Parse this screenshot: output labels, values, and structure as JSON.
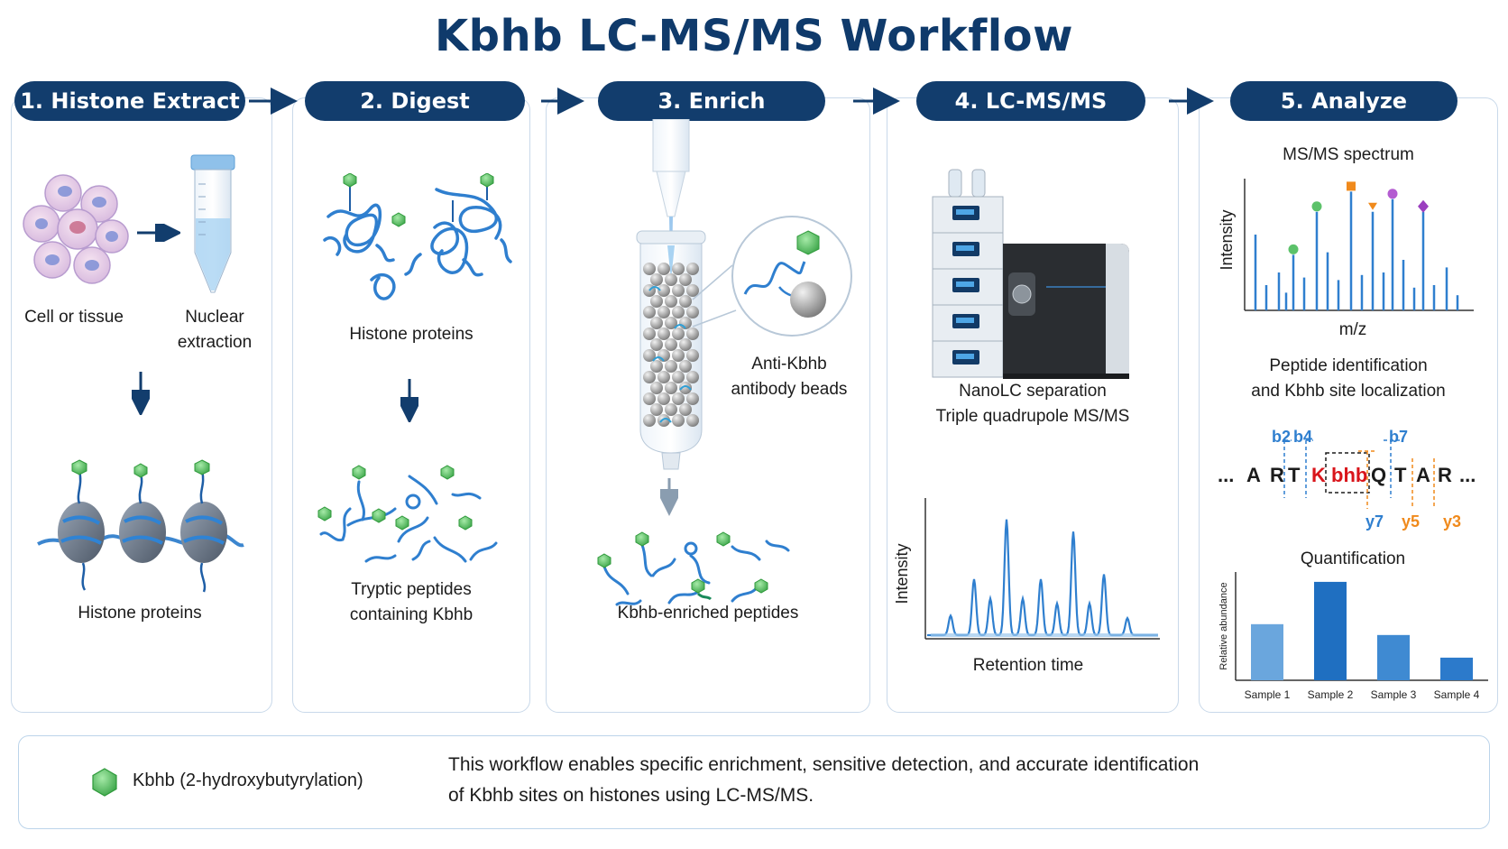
{
  "title": "Kbhb LC-MS/MS Workflow",
  "steps": [
    {
      "label": "1. Histone Extract"
    },
    {
      "label": "2. Digest"
    },
    {
      "label": "3. Enrich"
    },
    {
      "label": "4. LC-MS/MS"
    },
    {
      "label": "5. Analyze"
    }
  ],
  "step1": {
    "cell_label": "Cell or tissue",
    "extraction_label": "Nuclear\nextraction",
    "result_label": "Histone proteins"
  },
  "step2": {
    "top_label": "Histone proteins",
    "result_label": "Tryptic peptides\ncontaining Kbhb"
  },
  "step3": {
    "beads_label": "Anti-Kbhb\nantibody beads",
    "result_label": "Kbhb-enriched peptides"
  },
  "step4": {
    "instrument_label": "NanoLC separation\nTriple quadrupole MS/MS",
    "chrom_ylabel": "Intensity",
    "chrom_xlabel": "Retention time"
  },
  "step5": {
    "spectrum_title": "MS/MS spectrum",
    "spectrum_ylabel": "Intensity",
    "spectrum_xlabel": "m/z",
    "ident_label": "Peptide identification\nand Kbhb site localization",
    "sequence": {
      "prefix": "...",
      "residues": [
        "A",
        "R",
        "T",
        "K",
        "bhb",
        "Q",
        "T",
        "A",
        "R"
      ],
      "suffix": "...",
      "b_ions": [
        "b2",
        "b4",
        "b7"
      ],
      "y_ions": [
        "y7",
        "y5",
        "y3"
      ]
    },
    "quant_title": "Quantification",
    "quant_ylabel": "Relative abundance"
  },
  "chart_data": {
    "type": "bar",
    "title": "Quantification",
    "ylabel": "Relative abundance",
    "categories": [
      "Sample 1",
      "Sample 2",
      "Sample 3",
      "Sample 4"
    ],
    "values": [
      0.57,
      1.0,
      0.46,
      0.23
    ],
    "ylim": [
      0,
      1.1
    ],
    "colors": [
      "#6aa6dd",
      "#1f6fc1",
      "#3f8ad2",
      "#2c7acb"
    ]
  },
  "legend": {
    "label": "Kbhb (2-hydroxybutyrylation)"
  },
  "summary": {
    "line1": "This workflow enables specific enrichment, sensitive detection, and accurate identification",
    "line2": "of Kbhb sites on histones using LC-MS/MS."
  },
  "colors": {
    "navy": "#123d6d",
    "blue": "#2f7fcf",
    "green": "#5cc26a",
    "red": "#d9151b",
    "orange": "#f08a1c"
  }
}
